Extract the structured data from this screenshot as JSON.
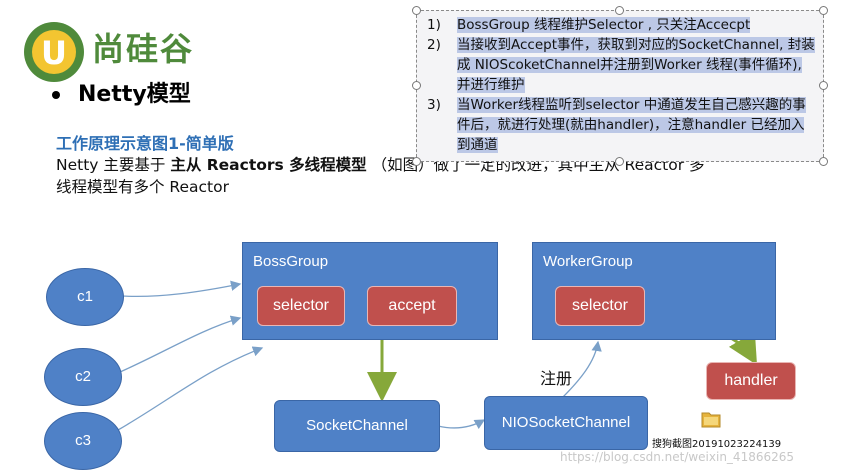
{
  "logo": {
    "text": "尚硅谷",
    "mark": "U"
  },
  "slide": {
    "bullet_title": "Netty模型",
    "subtitle": "工作原理示意图1-简单版",
    "desc_line1_pre": "Netty 主要基于",
    "desc_line1_bold": "主从 Reactors 多线程模型",
    "desc_line1_post": "（如图）做了一定的改进，其中主从 Reactor 多",
    "desc_line2": "线程模型有多个 Reactor"
  },
  "textbox": {
    "items": [
      {
        "num": "1)",
        "text": "BossGroup 线程维护Selector , 只关注Accecpt"
      },
      {
        "num": "2)",
        "text": "当接收到Accept事件，获取到对应的SocketChannel, 封装成 NIOScoketChannel并注册到Worker 线程(事件循环), 并进行维护"
      },
      {
        "num": "3)",
        "text": "当Worker线程监听到selector 中通道发生自己感兴趣的事件后，就进行处理(就由handler)，注意handler 已经加入到通道"
      }
    ]
  },
  "diagram": {
    "clients": [
      "c1",
      "c2",
      "c3"
    ],
    "boss_group": {
      "title": "BossGroup",
      "selector": "selector",
      "accept": "accept"
    },
    "worker_group": {
      "title": "WorkerGroup",
      "selector": "selector"
    },
    "socket_channel": "SocketChannel",
    "nio_socket_channel": "NIOSocketChannel",
    "register_label": "注册",
    "handler": "handler"
  },
  "desktop": {
    "folder_label": "搜狗截图20191023224139"
  },
  "watermark": "https://blog.csdn.net/weixin_41866265",
  "colors": {
    "blue": "#4f81c7",
    "red": "#c0504d",
    "green_arrow": "#86a83a",
    "thin_arrow": "#7aa0c8",
    "logo_green": "#4f8a3b",
    "subtitle_blue": "#2e6fb5"
  }
}
